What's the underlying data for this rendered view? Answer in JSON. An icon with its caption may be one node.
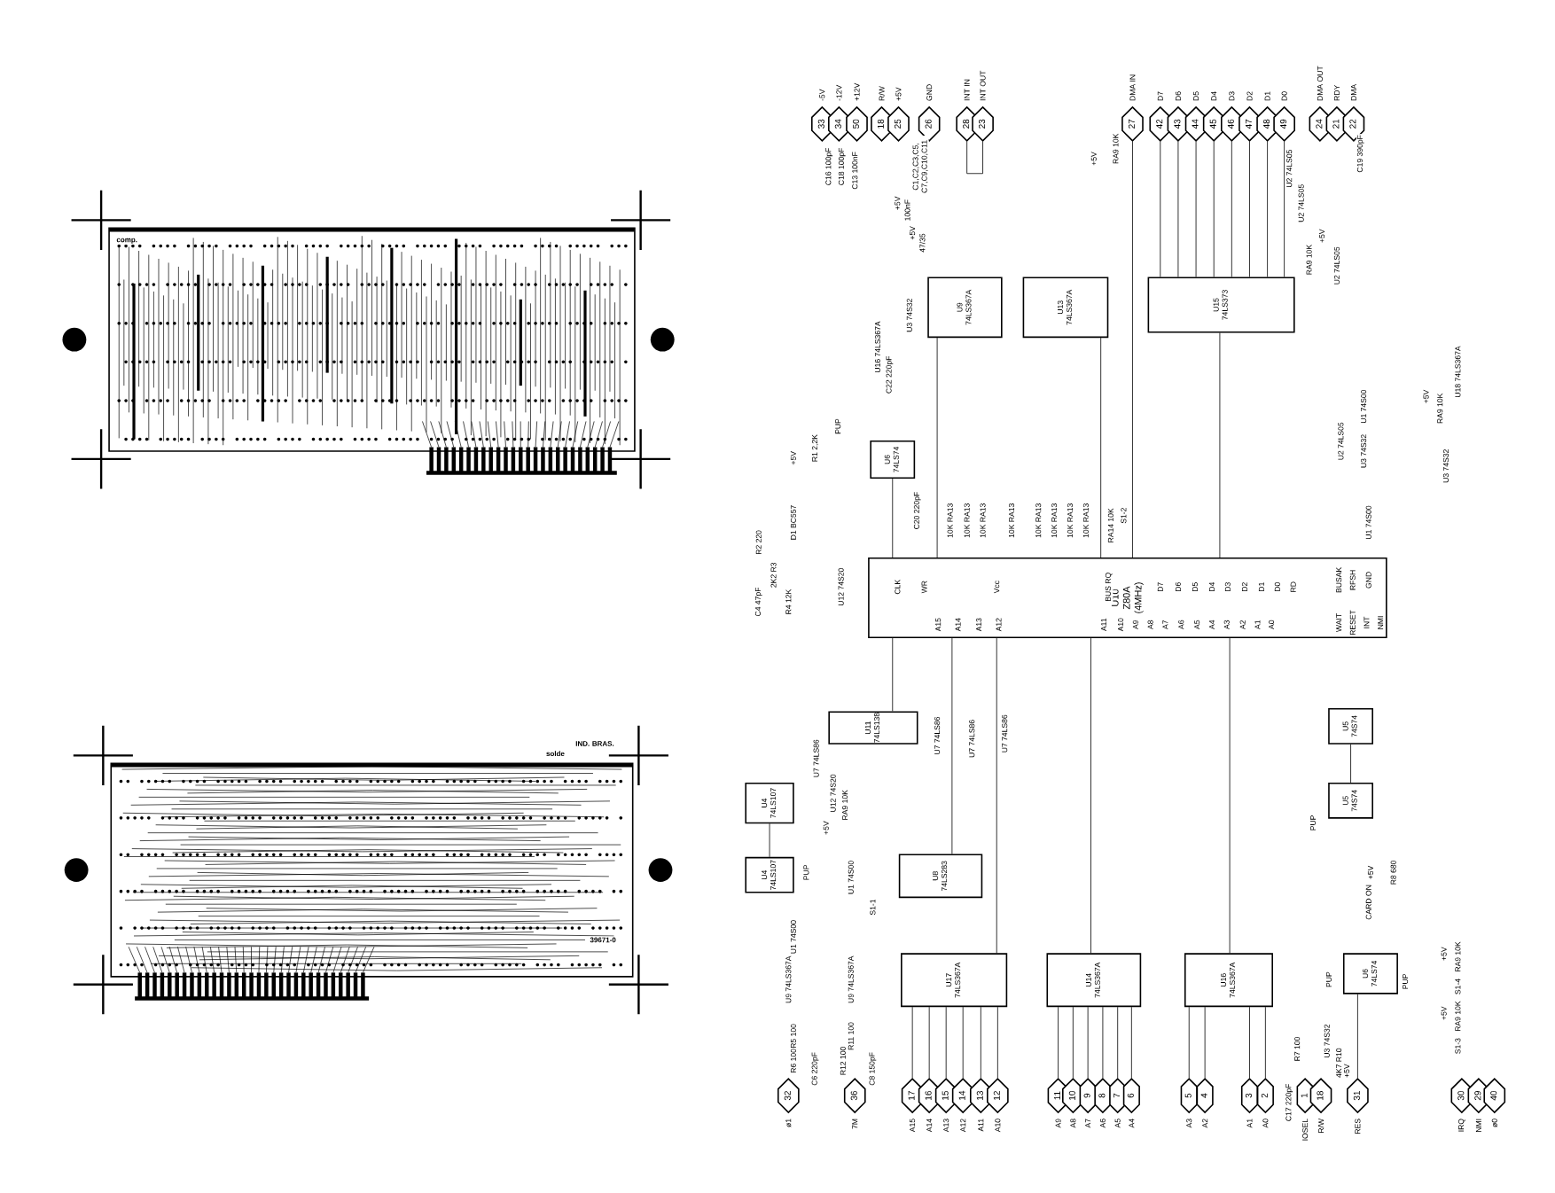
{
  "diagram": {
    "nodes": [
      {
        "text": [
          "33"
        ],
        "beside": [
          "-5V"
        ]
      },
      {
        "text": [
          "34"
        ],
        "beside": [
          "-12V"
        ]
      },
      {
        "text": [
          "50"
        ],
        "beside": [
          "+12V"
        ]
      },
      {
        "text": [
          "18"
        ],
        "beside": [
          "R/W"
        ]
      },
      {
        "text": [
          "25"
        ],
        "beside": [
          "+5V"
        ]
      },
      {
        "text": [
          "26"
        ],
        "beside": [
          "GND"
        ]
      },
      {
        "text": [
          "28"
        ],
        "beside": [
          "INT IN"
        ]
      },
      {
        "text": [
          "23"
        ],
        "beside": [
          "INT OUT"
        ]
      },
      {
        "text": [
          "27"
        ],
        "beside": [
          "DMA IN"
        ]
      },
      {
        "text": [
          "42"
        ],
        "beside": [
          "D7"
        ]
      },
      {
        "text": [
          "43"
        ],
        "beside": [
          "D6"
        ]
      },
      {
        "text": [
          "44"
        ],
        "beside": [
          "D5"
        ]
      },
      {
        "text": [
          "45"
        ],
        "beside": [
          "D4"
        ]
      },
      {
        "text": [
          "46"
        ],
        "beside": [
          "D3"
        ]
      },
      {
        "text": [
          "47"
        ],
        "beside": [
          "D2"
        ]
      },
      {
        "text": [
          "48"
        ],
        "beside": [
          "D1"
        ]
      },
      {
        "text": [
          "49"
        ],
        "beside": [
          "D0"
        ]
      },
      {
        "text": [
          "24"
        ],
        "beside": [
          "DMA OUT"
        ]
      },
      {
        "text": [
          "21"
        ],
        "beside": [
          "RDY"
        ]
      },
      {
        "text": [
          "22"
        ],
        "beside": [
          "DMA"
        ]
      },
      {
        "text": [
          "U9",
          "74LS367A"
        ]
      },
      {
        "text": [
          "U13",
          "74LS367A"
        ]
      },
      {
        "text": [
          "U15",
          "74LS373"
        ]
      },
      {
        "text": [
          "U6",
          "74LS74"
        ]
      },
      {
        "text": [
          "U10",
          "Z80A",
          "(4MHz)"
        ]
      },
      {
        "text": [
          "U11",
          "74LS138"
        ]
      },
      {
        "text": [
          "U5",
          "74S74"
        ]
      },
      {
        "text": [
          "U4",
          "74LS107"
        ]
      },
      {
        "text": [
          "U5",
          "74S74"
        ]
      },
      {
        "text": [
          "U8",
          "74LS283"
        ]
      },
      {
        "text": [
          "U4",
          "74LS107"
        ]
      },
      {
        "text": [
          "U17",
          "74LS367A"
        ]
      },
      {
        "text": [
          "U14",
          "74LS367A"
        ]
      },
      {
        "text": [
          "U16",
          "74LS367A"
        ]
      },
      {
        "text": [
          "U6",
          "74LS74"
        ]
      },
      {
        "text": [
          "32"
        ],
        "beside": [
          "ø1"
        ]
      },
      {
        "text": [
          "36"
        ],
        "beside": [
          "7M"
        ]
      },
      {
        "text": [
          "17"
        ],
        "beside": [
          "A15"
        ]
      },
      {
        "text": [
          "16"
        ],
        "beside": [
          "A14"
        ]
      },
      {
        "text": [
          "15"
        ],
        "beside": [
          "A13"
        ]
      },
      {
        "text": [
          "14"
        ],
        "beside": [
          "A12"
        ]
      },
      {
        "text": [
          "13"
        ],
        "beside": [
          "A11"
        ]
      },
      {
        "text": [
          "12"
        ],
        "beside": [
          "A10"
        ]
      },
      {
        "text": [
          "11"
        ],
        "beside": [
          "A9"
        ]
      },
      {
        "text": [
          "10"
        ],
        "beside": [
          "A8"
        ]
      },
      {
        "text": [
          "9"
        ],
        "beside": [
          "A7"
        ]
      },
      {
        "text": [
          "8"
        ],
        "beside": [
          "A6"
        ]
      },
      {
        "text": [
          "7"
        ],
        "beside": [
          "A5"
        ]
      },
      {
        "text": [
          "6"
        ],
        "beside": [
          "A4"
        ]
      },
      {
        "text": [
          "5"
        ],
        "beside": [
          "A3"
        ]
      },
      {
        "text": [
          "4"
        ],
        "beside": [
          "A2"
        ]
      },
      {
        "text": [
          "3"
        ],
        "beside": [
          "A1"
        ]
      },
      {
        "text": [
          "2"
        ],
        "beside": [
          "A0"
        ]
      },
      {
        "text": [
          "1"
        ],
        "beside": [
          "IOSEL"
        ]
      },
      {
        "text": [
          "18"
        ],
        "beside": [
          "R/W"
        ]
      },
      {
        "text": [
          "31"
        ],
        "beside": [
          "RES"
        ]
      },
      {
        "text": [
          "30"
        ],
        "beside": [
          "IRQ"
        ]
      },
      {
        "text": [
          "29"
        ],
        "beside": [
          "NMI"
        ]
      },
      {
        "text": [
          "40"
        ],
        "beside": [
          "ø0"
        ]
      }
    ],
    "edges": [
      {
        "from": 6,
        "to": 7,
        "arrow": "none"
      },
      {
        "from": 9,
        "to": 22,
        "arrow": "none"
      },
      {
        "from": 10,
        "to": 22,
        "arrow": "none"
      },
      {
        "from": 11,
        "to": 22,
        "arrow": "none"
      },
      {
        "from": 12,
        "to": 22,
        "arrow": "none"
      },
      {
        "from": 13,
        "to": 22,
        "arrow": "none"
      },
      {
        "from": 14,
        "to": 22,
        "arrow": "none"
      },
      {
        "from": 15,
        "to": 22,
        "arrow": "none"
      },
      {
        "from": 16,
        "to": 22,
        "arrow": "none"
      },
      {
        "from": 8,
        "to": 24,
        "arrow": "none"
      },
      {
        "from": 22,
        "to": 24,
        "arrow": "none"
      },
      {
        "from": 20,
        "to": 24,
        "arrow": "none"
      },
      {
        "from": 21,
        "to": 24,
        "arrow": "none"
      },
      {
        "from": 23,
        "to": 24,
        "arrow": "none"
      },
      {
        "from": 24,
        "to": 25,
        "arrow": "none"
      },
      {
        "from": 24,
        "to": 29,
        "arrow": "none"
      },
      {
        "from": 24,
        "to": 31,
        "arrow": "none"
      },
      {
        "from": 24,
        "to": 32,
        "arrow": "none"
      },
      {
        "from": 24,
        "to": 33,
        "arrow": "none"
      },
      {
        "from": 31,
        "to": 37,
        "arrow": "none"
      },
      {
        "from": 31,
        "to": 38,
        "arrow": "none"
      },
      {
        "from": 31,
        "to": 39,
        "arrow": "none"
      },
      {
        "from": 31,
        "to": 40,
        "arrow": "none"
      },
      {
        "from": 31,
        "to": 41,
        "arrow": "none"
      },
      {
        "from": 31,
        "to": 42,
        "arrow": "none"
      },
      {
        "from": 32,
        "to": 43,
        "arrow": "none"
      },
      {
        "from": 32,
        "to": 44,
        "arrow": "none"
      },
      {
        "from": 32,
        "to": 45,
        "arrow": "none"
      },
      {
        "from": 32,
        "to": 46,
        "arrow": "none"
      },
      {
        "from": 32,
        "to": 47,
        "arrow": "none"
      },
      {
        "from": 32,
        "to": 48,
        "arrow": "none"
      },
      {
        "from": 33,
        "to": 49,
        "arrow": "none"
      },
      {
        "from": 33,
        "to": 50,
        "arrow": "none"
      },
      {
        "from": 33,
        "to": 51,
        "arrow": "none"
      },
      {
        "from": 33,
        "to": 52,
        "arrow": "none"
      },
      {
        "from": 27,
        "to": 30,
        "arrow": "none"
      },
      {
        "from": 26,
        "to": 28,
        "arrow": "none"
      },
      {
        "from": 55,
        "to": 34,
        "arrow": "none"
      }
    ],
    "labels": [
      "comp.",
      "solde",
      "IND. BRAS.",
      "39671-0",
      "CLK",
      "WR",
      "Vcc",
      "BUS RQ",
      "D7",
      "D6",
      "D5",
      "D4",
      "D3",
      "D2",
      "D1",
      "D0",
      "RD",
      "BUSAK",
      "RFSH",
      "GND",
      "A15",
      "A14",
      "A13",
      "A12",
      "A11",
      "A10",
      "A9",
      "A8",
      "A7",
      "A6",
      "A5",
      "A4",
      "A3",
      "A2",
      "A1",
      "A0",
      "WAIT",
      "RESET",
      "INT",
      "NMI",
      "C16 100pF",
      "C18 100pF",
      "C13 100nF",
      "C1,C2,C3,C5, C7,C9,C10,C11",
      "100nF",
      "+5V",
      "+5V",
      "RA9 10K",
      "C19 390pF",
      "U2 74LS05",
      "U2 74LS05",
      "U2 74LS05",
      "+5V",
      "47/35",
      "U3 74S32",
      "U16 74LS367A",
      "C22 220pF",
      "R1 2,2K",
      "+5V",
      "PUP",
      "C20 220pF",
      "10K RA13",
      "10K RA13",
      "10K RA13",
      "10K RA13",
      "10K RA13",
      "10K RA13",
      "10K RA13",
      "10K RA13",
      "RA14 10K",
      "S1-2",
      "D1 BC557",
      "R2 220",
      "C4 47pF",
      "2K2 R3",
      "R4 12K",
      "U12 74S20",
      "RA9 10K",
      "+5V",
      "U18 74LS367A",
      "RA9 10K",
      "+5V",
      "U1 74S00",
      "U2 74LS05",
      "U3 74S32",
      "U3 74S32",
      "U1 74S00",
      "U7 74LS86",
      "U7 74LS86",
      "U7 74LS86",
      "U7 74LS86",
      "U12 74S20",
      "RA9 10K",
      "+5V",
      "U1 74S00",
      "S1-1",
      "U1 74S00",
      "PUP",
      "PUP",
      "+5V",
      "CARD ON",
      "R8 680",
      "U9 74LS367A",
      "U9 74LS367A",
      "R5 100",
      "R6 100",
      "C6 220pF",
      "R11 100",
      "R12 100",
      "C8 150pF",
      "PUP",
      "PUP",
      "+5V",
      "RA9 10K",
      "S1-4",
      "+5V",
      "RA9 10K",
      "S1-3",
      "R7 100",
      "U3 74S32",
      "4K7 R10",
      "+5V",
      "C17 220pF"
    ]
  }
}
